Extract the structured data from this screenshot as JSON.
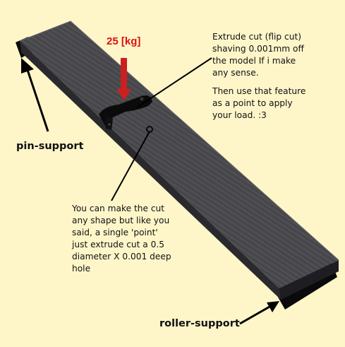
{
  "load": {
    "text": "25 [kg]"
  },
  "callout_top": {
    "lines": [
      "Extrude cut (flip cut)",
      "shaving 0.001mm off",
      "the model If i make",
      "any sense."
    ],
    "lines2": [
      "Then use that feature",
      "as a point to apply",
      "your load. :3"
    ]
  },
  "callout_mid": {
    "lines": [
      "You can make the cut",
      "any shape but like you",
      "said, a single 'point'",
      "just extrude cut a 0.5",
      "diameter X 0.001 deep",
      "hole"
    ]
  },
  "pin_label": "pin-support",
  "roller_label": "roller-support",
  "colors": {
    "background": "#fef6c9",
    "beam_top": "#4a4a4e",
    "beam_side": "#2a2a2e",
    "load_arrow": "#cc2020",
    "load_text": "#dd1111",
    "support": "#0a0a0a"
  }
}
